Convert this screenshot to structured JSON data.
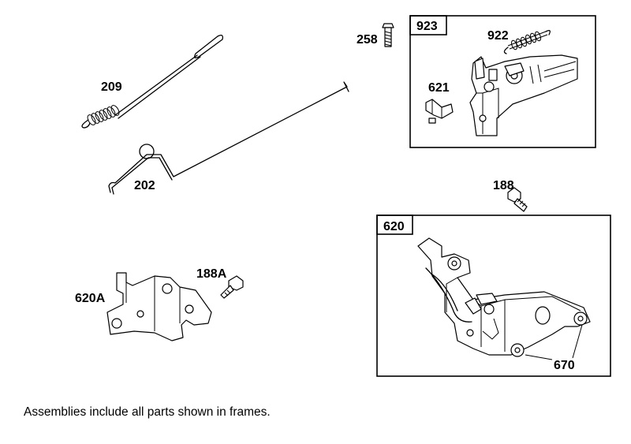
{
  "labels": {
    "p209": "209",
    "p202": "202",
    "p258": "258",
    "p923": "923",
    "p922": "922",
    "p621": "621",
    "p188": "188",
    "p620": "620",
    "p620A": "620A",
    "p188A": "188A",
    "p670": "670"
  },
  "footnote": "Assemblies include all parts shown in frames."
}
